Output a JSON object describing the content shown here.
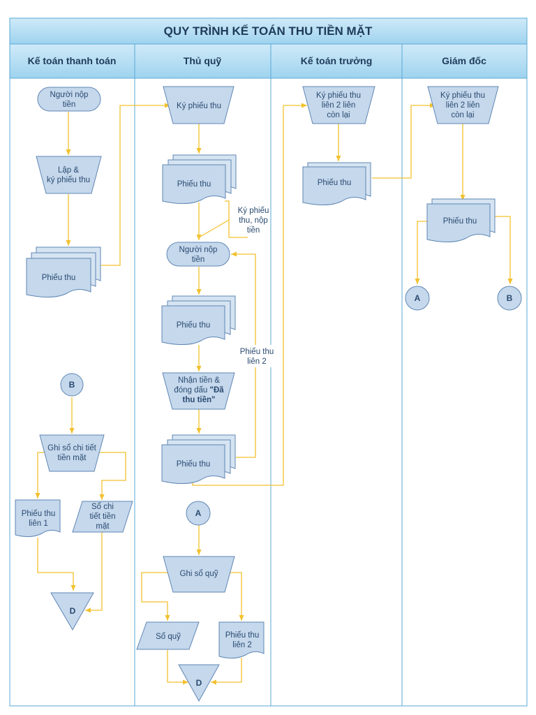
{
  "title": "QUY TRÌNH KẾ TOÁN THU TIỀN MẶT",
  "lanes": [
    "Kế toán thanh toán",
    "Thủ quỹ",
    "Kế toán trưởng",
    "Giám đốc"
  ],
  "nodes": {
    "kt_start": [
      "Người nộp",
      "tiền"
    ],
    "kt_lap": [
      "Lập &",
      "ký phiếu thu"
    ],
    "kt_pt": [
      "Phiếu thu"
    ],
    "kt_b": [
      "B"
    ],
    "kt_ghiso": [
      "Ghi sổ chi tiết",
      "tiền mặt"
    ],
    "kt_lien1": [
      "Phiếu thu",
      "liên 1"
    ],
    "kt_sochitiet": [
      "Sổ chi",
      "tiết tiền",
      "mặt"
    ],
    "kt_d": [
      "D"
    ],
    "tq_ky": [
      "Ký phiếu thu"
    ],
    "tq_pt1": [
      "Phiếu thu"
    ],
    "tq_note": [
      "Ký phiếu",
      "thu, nộp",
      "tiền"
    ],
    "tq_nguoinop": [
      "Người nộp",
      "tiền"
    ],
    "tq_pt2": [
      "Phiếu thu"
    ],
    "tq_nhan_l1": "Nhận tiền &",
    "tq_nhan_l2a": "đóng dấu ",
    "tq_nhan_l2b": "\"Đã",
    "tq_nhan_l3": "thu tiền\"",
    "tq_pt3": [
      "Phiếu thu"
    ],
    "tq_lien2label": [
      "Phiếu thu",
      "liên 2"
    ],
    "tq_a": [
      "A"
    ],
    "tq_ghisoquy": [
      "Ghi sổ quỹ"
    ],
    "tq_soquy": [
      "Sổ quỹ"
    ],
    "tq_lien2": [
      "Phiếu thu",
      "liên 2"
    ],
    "tq_d": [
      "D"
    ],
    "ktt_ky": [
      "Ký phiếu thu",
      "liên 2 liên",
      "còn lại"
    ],
    "ktt_pt": [
      "Phiếu thu"
    ],
    "gd_ky": [
      "Ký phiếu thu",
      "liên 2 liên",
      "còn lại"
    ],
    "gd_pt": [
      "Phiếu thu"
    ],
    "gd_a": [
      "A"
    ],
    "gd_b": [
      "B"
    ]
  }
}
